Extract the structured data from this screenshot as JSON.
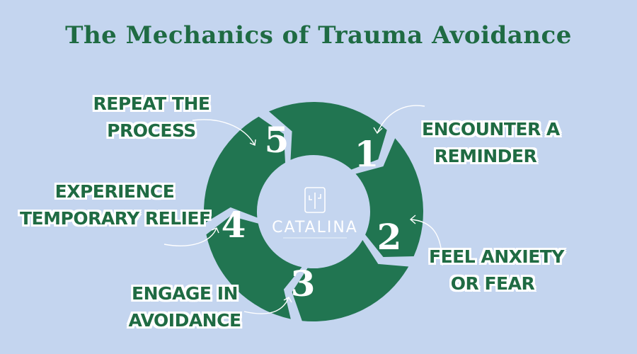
{
  "title": "The Mechanics of Trauma Avoidance",
  "center_logo": {
    "name": "CATALINA",
    "icon": "cactus-icon"
  },
  "colors": {
    "background": "#c4d5ef",
    "segment": "#217551",
    "label_text": "#1f6b43"
  },
  "steps": [
    {
      "number": "1",
      "label_lines": [
        "Encounter a",
        "Reminder"
      ]
    },
    {
      "number": "2",
      "label_lines": [
        "Feel Anxiety",
        "or Fear"
      ]
    },
    {
      "number": "3",
      "label_lines": [
        "Engage in",
        "Avoidance"
      ]
    },
    {
      "number": "4",
      "label_lines": [
        "Experience",
        "Temporary Relief"
      ]
    },
    {
      "number": "5",
      "label_lines": [
        "Repeat the",
        "Process"
      ]
    }
  ]
}
